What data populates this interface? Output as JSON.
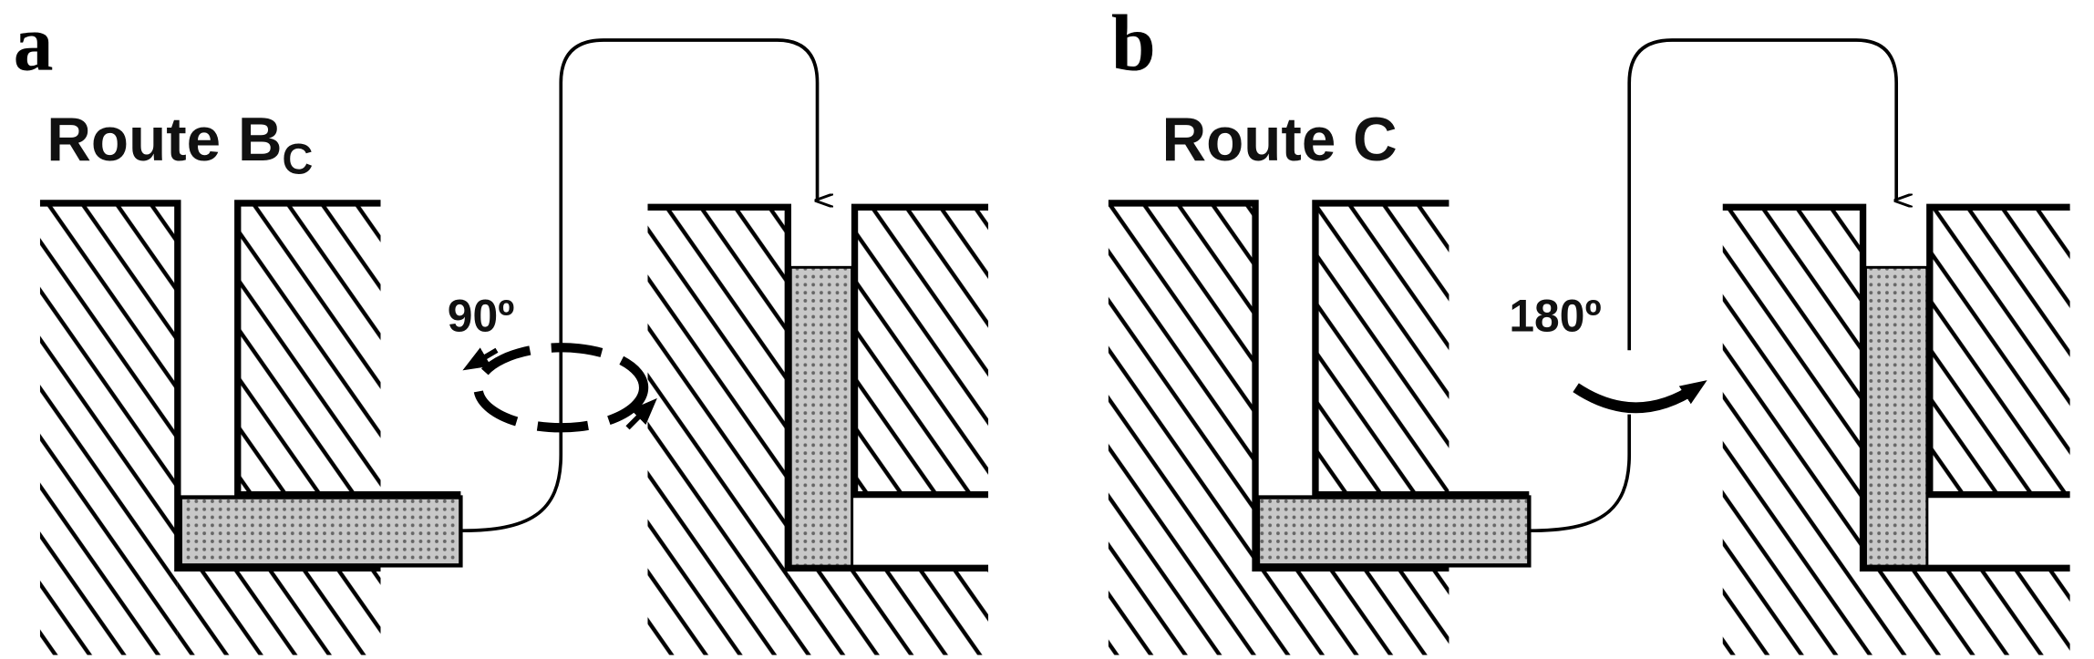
{
  "panels": [
    {
      "label": "a",
      "title_main": "Route B",
      "title_sub": "C",
      "rotation_label": "90º"
    },
    {
      "label": "b",
      "title_main": "Route C",
      "rotation_label": "180º"
    }
  ],
  "colors": {
    "ink": "#000000",
    "billet": "#bdbdbd",
    "background": "#ffffff"
  }
}
